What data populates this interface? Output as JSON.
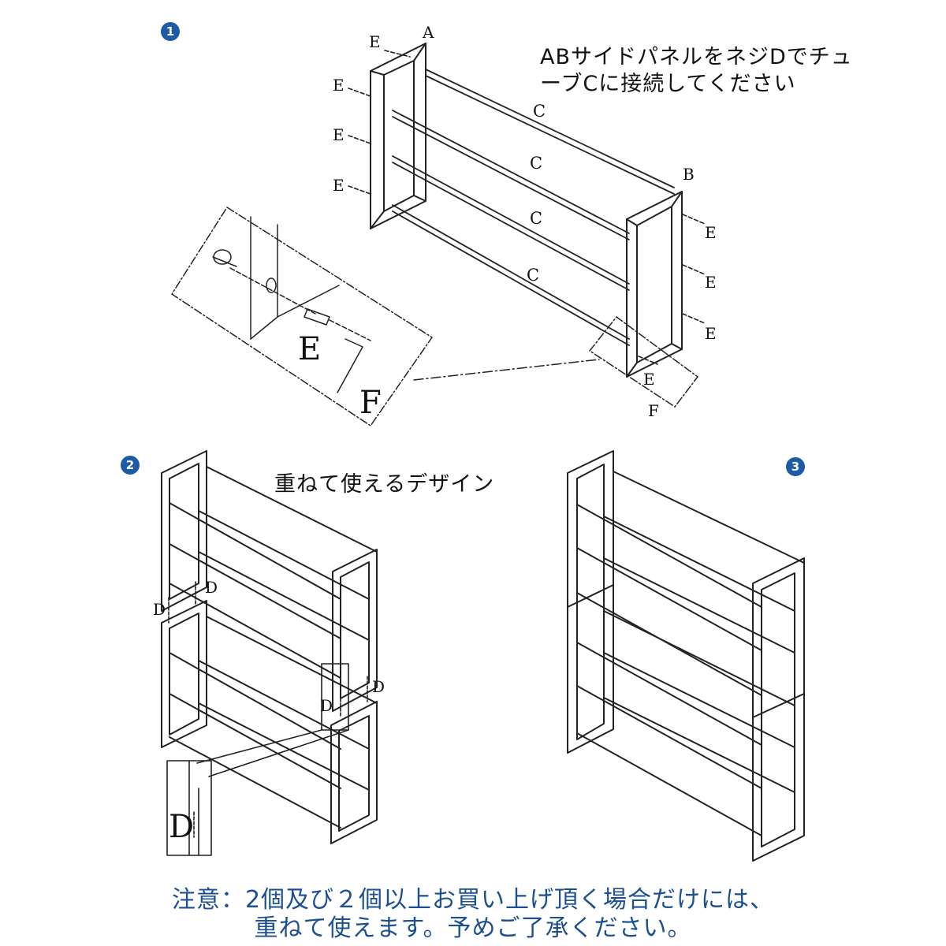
{
  "steps": [
    {
      "number": "1",
      "instruction": "ABサイドパネルをネジDでチューブCに接続してください"
    },
    {
      "number": "2",
      "caption": "重ねて使えるデザイン"
    },
    {
      "number": "3"
    }
  ],
  "step1": {
    "instruction_line1": "ABサイドパネルをネジDでチュ",
    "instruction_line2": "ーブCに接続してください"
  },
  "part_labels": {
    "panel_a": "A",
    "panel_b": "B",
    "tube": "C",
    "connector": "D",
    "screw": "E",
    "wrench": "F"
  },
  "note": {
    "line1": "注意：2個及び２個以上お買い上げ頂く場合だけには、",
    "line2": "重ねて使えます。予めご了承ください。"
  },
  "colors": {
    "badge": "#1d5aa8",
    "note_text": "#1b4f8f",
    "line_art": "#222222"
  }
}
